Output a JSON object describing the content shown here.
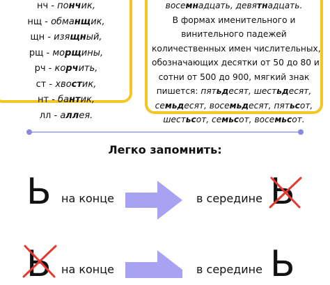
{
  "left_card": {
    "rows": [
      {
        "pair": "нч",
        "sep": " - ",
        "pre": "по",
        "bold": "нч",
        "post": "ик,"
      },
      {
        "pair": "нщ",
        "sep": " - ",
        "pre": "обма",
        "bold": "нщ",
        "post": "ик,"
      },
      {
        "pair": "щн",
        "sep": " - ",
        "pre": "изя",
        "bold": "щн",
        "post": "ый,"
      },
      {
        "pair": "рщ",
        "sep": " - ",
        "pre": "мо",
        "bold": "рщ",
        "post": "ины,"
      },
      {
        "pair": "рч",
        "sep": " - ",
        "pre": "ко",
        "bold": "рч",
        "post": "ить,"
      },
      {
        "pair": "ст",
        "sep": " - ",
        "pre": "хво",
        "bold": "ст",
        "post": "ик,"
      },
      {
        "pair": "нт",
        "sep": " - ",
        "pre": "ба",
        "bold": "нт",
        "post": "ик,"
      },
      {
        "pair": "лл",
        "sep": " - ",
        "pre": "а",
        "bold": "лл",
        "post": "ея."
      }
    ]
  },
  "right_card": {
    "line1": {
      "w1_pre": "восе",
      "w1_bold": "мн",
      "w1_post": "адцать, ",
      "w2_pre": "девя",
      "w2_bold": "тн",
      "w2_post": "адцать."
    },
    "line2": "В формах именительного и",
    "line3": "винительного падежей",
    "line4": "количественных имен числительных,",
    "line5": "обозначающих десятки от 50 до 80 и",
    "line6": "сотни от 500 до 900, мягкий знак",
    "line7_pre": "пишется: ",
    "line7_words": [
      {
        "pre": "пят",
        "bold": "ьд",
        "post": "есят, "
      },
      {
        "pre": "шест",
        "bold": "ьд",
        "post": "есят,"
      }
    ],
    "line8_words": [
      {
        "pre": "се",
        "bold": "мьд",
        "post": "есят, "
      },
      {
        "pre": "восе",
        "bold": "мьд",
        "post": "есят, "
      },
      {
        "pre": "пят",
        "bold": "ьс",
        "post": "от,"
      }
    ],
    "line9_words": [
      {
        "pre": "шест",
        "bold": "ьс",
        "post": "от, "
      },
      {
        "pre": "се",
        "bold": "мьс",
        "post": "от, "
      },
      {
        "pre": "восе",
        "bold": "мьс",
        "post": "от."
      }
    ]
  },
  "section_title": "Легко запомнить:",
  "rows": [
    {
      "letter_left": "Ь",
      "label_left": "на конце",
      "label_right": "в середине",
      "letter_right": "Ь"
    },
    {
      "letter_left": "Ь",
      "label_left": "на конце",
      "label_right": "в середине",
      "letter_right": "Ь"
    }
  ],
  "colors": {
    "card_border": "#f3c623",
    "divider": "#b3b3ec",
    "arrow": "#a7a2f2",
    "cross": "#e5382f"
  }
}
